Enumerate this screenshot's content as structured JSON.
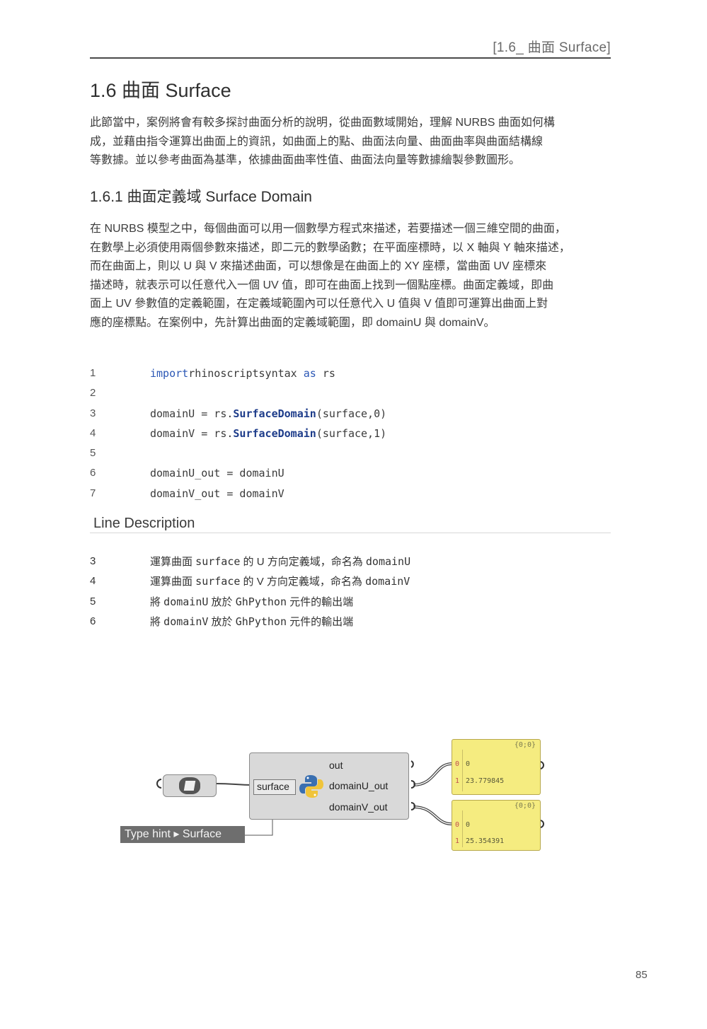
{
  "header": {
    "running_title": "[1.6_ 曲面 Surface]"
  },
  "section": {
    "title": "1.6 曲面 Surface",
    "intro_lines": [
      "此節當中，案例將會有較多探討曲面分析的說明，從曲面數域開始，理解 NURBS 曲面如何構",
      "成，並藉由指令運算出曲面上的資訊，如曲面上的點、曲面法向量、曲面曲率與曲面結構線",
      "等數據。並以參考曲面為基準，依據曲面曲率性值、曲面法向量等數據繪製參數圖形。"
    ]
  },
  "subsection": {
    "title": "1.6.1 曲面定義域 Surface Domain",
    "body_lines": [
      "在 NURBS 模型之中，每個曲面可以用一個數學方程式來描述，若要描述一個三維空間的曲面，",
      "在數學上必須使用兩個參數來描述，即二元的數學函數；在平面座標時，以 X 軸與 Y 軸來描述，",
      "而在曲面上，則以 U 與 V 來描述曲面，可以想像是在曲面上的 XY 座標，當曲面 UV 座標來",
      "描述時，就表示可以任意代入一個 UV 值，即可在曲面上找到一個點座標。曲面定義域，即曲",
      "面上 UV 參數值的定義範圍，在定義域範圍內可以任意代入 U 值與 V 值即可運算出曲面上對",
      "應的座標點。在案例中，先計算出曲面的定義域範圍，即 domainU 與 domainV。"
    ]
  },
  "code": {
    "lines": [
      {
        "num": "1",
        "parts": [
          [
            "kw",
            "import"
          ],
          [
            "",
            "rhinoscriptsyntax "
          ],
          [
            "kw",
            "as"
          ],
          [
            "",
            " rs"
          ]
        ]
      },
      {
        "num": "2",
        "parts": []
      },
      {
        "num": "3",
        "parts": [
          [
            "",
            "domainU = rs."
          ],
          [
            "fn",
            "SurfaceDomain"
          ],
          [
            "",
            "(surface,0)"
          ]
        ]
      },
      {
        "num": "4",
        "parts": [
          [
            "",
            "domainV = rs."
          ],
          [
            "fn",
            "SurfaceDomain"
          ],
          [
            "",
            "(surface,1)"
          ]
        ]
      },
      {
        "num": "5",
        "parts": []
      },
      {
        "num": "6",
        "parts": [
          [
            "",
            "domainU_out = domainU"
          ]
        ]
      },
      {
        "num": "7",
        "parts": [
          [
            "",
            "domainV_out = domainV"
          ]
        ]
      }
    ]
  },
  "line_description": {
    "title": "Line Description",
    "rows": [
      {
        "num": "3",
        "parts": [
          [
            "",
            "運算曲面 "
          ],
          [
            "m",
            "surface"
          ],
          [
            "",
            " 的 U 方向定義域，命名為 "
          ],
          [
            "m",
            "domainU"
          ]
        ]
      },
      {
        "num": "4",
        "parts": [
          [
            "",
            "運算曲面 "
          ],
          [
            "m",
            "surface"
          ],
          [
            "",
            " 的 V 方向定義域，命名為 "
          ],
          [
            "m",
            "domainV"
          ]
        ]
      },
      {
        "num": "5",
        "parts": [
          [
            "",
            "將 "
          ],
          [
            "m",
            "domainU"
          ],
          [
            "",
            " 放於 "
          ],
          [
            "m",
            "GhPython"
          ],
          [
            "",
            " 元件的輸出端"
          ]
        ]
      },
      {
        "num": "6",
        "parts": [
          [
            "",
            "將 "
          ],
          [
            "m",
            "domainV"
          ],
          [
            "",
            " 放於 "
          ],
          [
            "m",
            "GhPython"
          ],
          [
            "",
            " 元件的輸出端"
          ]
        ]
      }
    ]
  },
  "diagram": {
    "input_param": "surface",
    "outputs": [
      "out",
      "domainU_out",
      "domainV_out"
    ],
    "type_hint": "Type hint ▸ Surface",
    "panels": [
      {
        "header": "{0;0}",
        "rows": [
          [
            "0",
            "0"
          ],
          [
            "1",
            "23.779845"
          ]
        ]
      },
      {
        "header": "{0;0}",
        "rows": [
          [
            "0",
            "0"
          ],
          [
            "1",
            "25.354391"
          ]
        ]
      }
    ]
  },
  "page_number": "85"
}
